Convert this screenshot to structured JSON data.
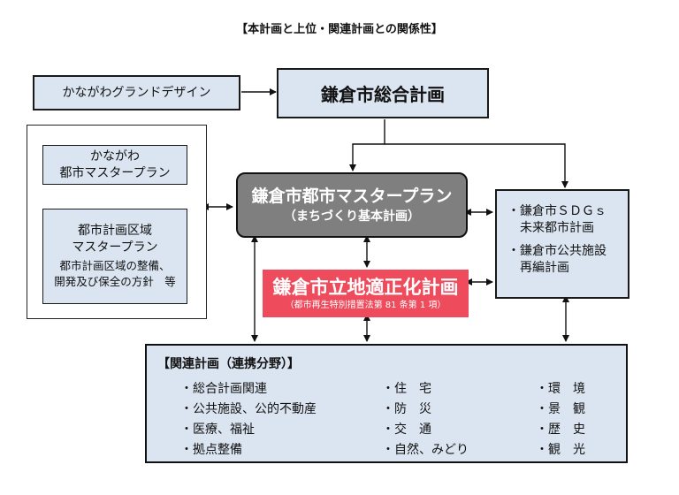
{
  "title": "【本計画と上位・関連計画との関係性】",
  "kanagawa_grand_design": "かながわグランドデザイン",
  "sogo_keikaku": "鎌倉市総合計画",
  "kanagawa_master_plan": {
    "line1": "かながわ",
    "line2": "都市マスタープラン"
  },
  "toshi_keikaku_kuiki": {
    "line1": "都市計画区域",
    "line2": "マスタープラン",
    "line3": "都市計画区域の整備、",
    "line4": "開発及び保全の方針　等"
  },
  "city_master_plan": {
    "line1": "鎌倉市都市マスタープラン",
    "line2": "（まちづくり基本計画）"
  },
  "ritchi_tekiseika": {
    "line1": "鎌倉市立地適正化計画",
    "line2": "（都市再生特別措置法第 81 条第 1 項）"
  },
  "sdgs": {
    "item1_line1": "・鎌倉市ＳＤＧｓ",
    "item1_line2": "　未来都市計画",
    "item2_line1": "・鎌倉市公共施設",
    "item2_line2": "　再編計画"
  },
  "related": {
    "header": "【関連計画（連携分野）】",
    "col1": [
      "・総合計画関連",
      "・公共施設、公的不動産",
      "・医療、福祉",
      "・拠点整備"
    ],
    "col2": [
      "・住　宅",
      "・防　災",
      "・交　通",
      "・自然、みどり"
    ],
    "col3": [
      "・環　境",
      "・景　観",
      "・歴　史",
      "・観　光"
    ]
  },
  "colors": {
    "box_fill": "#dbe5f1",
    "master_plan_fill": "#7f7f7f",
    "ritchi_fill": "#ee4c5c"
  }
}
